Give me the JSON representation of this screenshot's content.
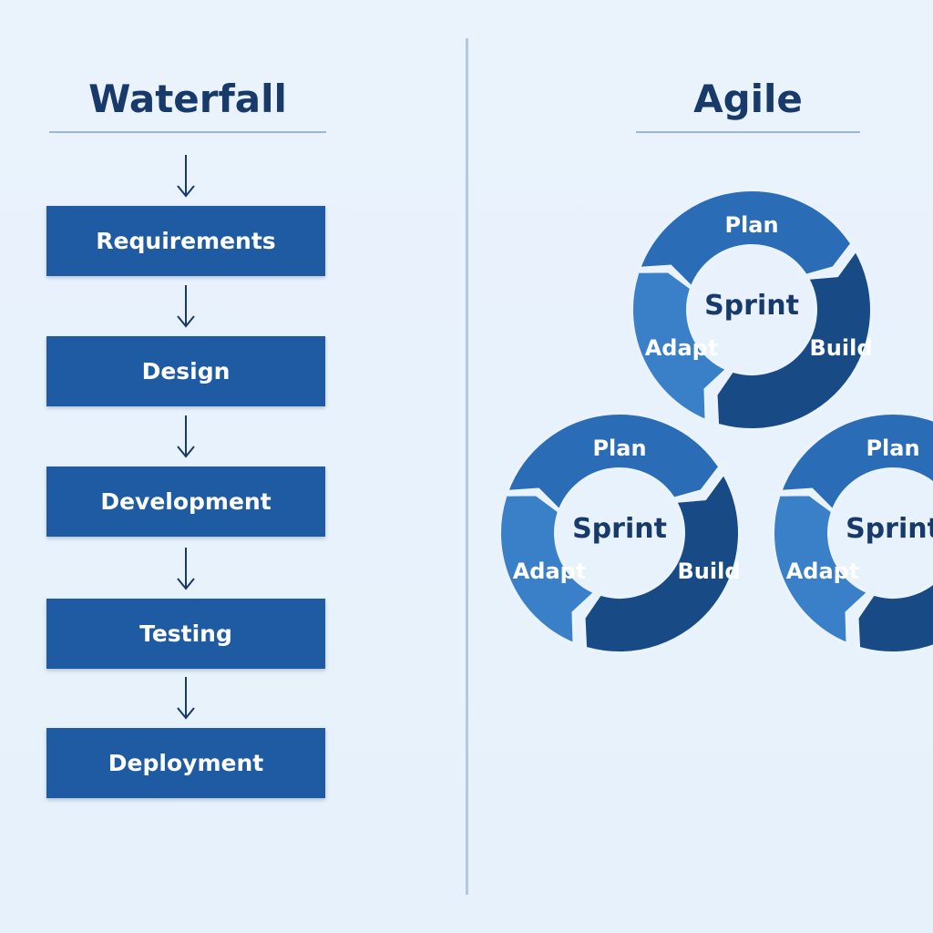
{
  "waterfall": {
    "title": "Waterfall",
    "steps": [
      "Requirements",
      "Design",
      "Development",
      "Testing",
      "Deployment"
    ]
  },
  "agile": {
    "title": "Agile",
    "cycles": [
      {
        "plan": "Plan",
        "center": "Sprint",
        "build": "Build",
        "adapt": "Adapt"
      },
      {
        "plan": "Plan",
        "center": "Sprint",
        "build": "Build",
        "adapt": "Adapt"
      },
      {
        "plan": "Plan",
        "center": "Sprint",
        "adapt": "Adapt"
      }
    ]
  },
  "colors": {
    "plan": "#2a6cb6",
    "build": "#184a86",
    "adapt": "#3a80c9",
    "box": "#1f5ba3",
    "text": "#173a6a"
  }
}
